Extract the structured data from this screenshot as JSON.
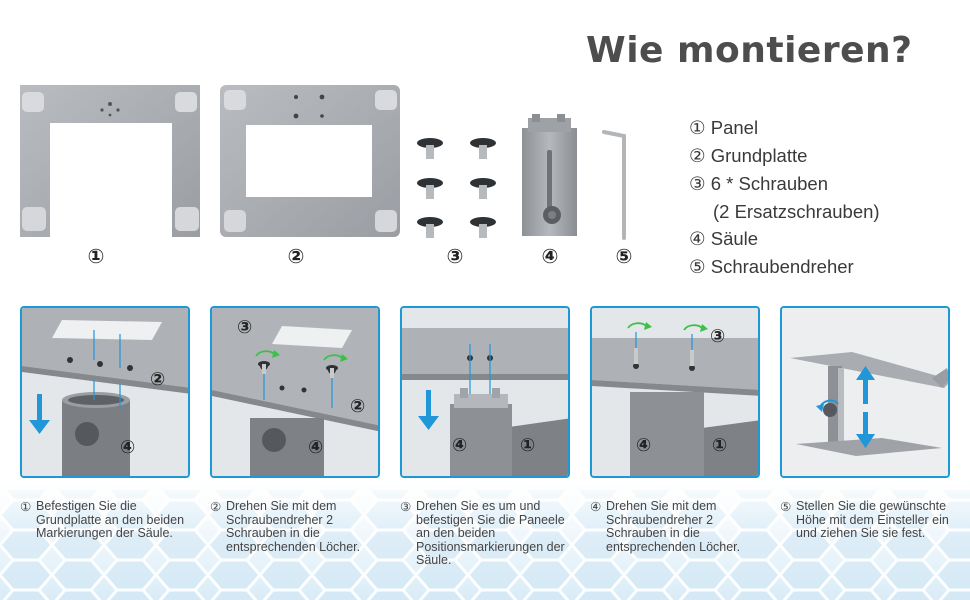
{
  "title": "Wie montieren?",
  "legend": [
    {
      "num": "①",
      "label": "Panel"
    },
    {
      "num": "②",
      "label": "Grundplatte"
    },
    {
      "num": "③",
      "label": "6 * Schrauben"
    },
    {
      "num": "",
      "label": "(2 Ersatzschrauben)"
    },
    {
      "num": "④",
      "label": "Säule"
    },
    {
      "num": "⑤",
      "label": "Schraubendreher"
    }
  ],
  "part_numbers": [
    "①",
    "②",
    "③",
    "④",
    "⑤"
  ],
  "steps": [
    {
      "num": "①",
      "text": "Befestigen Sie die Grundplatte an den beiden Markierungen der Säule.",
      "labels": [
        "②",
        "④"
      ]
    },
    {
      "num": "②",
      "text": "Drehen Sie mit dem Schraubendreher 2 Schrauben in die entsprechenden Löcher.",
      "labels": [
        "③",
        "②",
        "④"
      ]
    },
    {
      "num": "③",
      "text": "Drehen Sie es um und befestigen Sie die Paneele an den beiden Positionsmarkierungen der Säule.",
      "labels": [
        "④",
        "①"
      ]
    },
    {
      "num": "④",
      "text": "Drehen Sie mit dem Schraubendreher 2 Schrauben in die entsprechenden Löcher.",
      "labels": [
        "③",
        "④",
        "①"
      ]
    },
    {
      "num": "⑤",
      "text": "Stellen Sie die gewünschte Höhe mit dem Einsteller ein und ziehen Sie sie fest.",
      "labels": []
    }
  ],
  "colors": {
    "frame": "#1d9ad6",
    "arrow_blue": "#2196d8",
    "arrow_green": "#3fbf4a",
    "metal": "#a6aaae"
  }
}
